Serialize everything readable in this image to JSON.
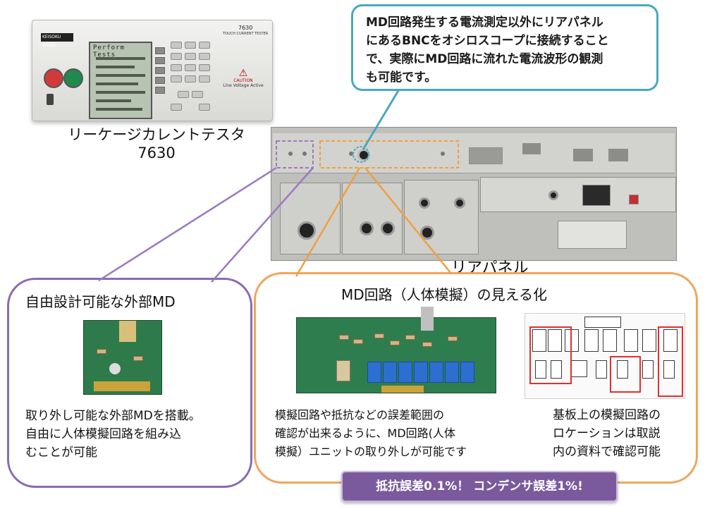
{
  "front_unit": {
    "brand": "KEISOKU GIKEN",
    "model_number": "7630",
    "model_sub": "TOUCH CURRENT TESTER",
    "lcd_title": "Perform Tests",
    "caution_label": "CAUTION",
    "caution_sub": "Line Voltage Active"
  },
  "tester_label": {
    "name": "リーケージカレントテスタ",
    "model": "7630"
  },
  "callout": {
    "line1": "MD回路発生する電流測定以外にリアパネル",
    "line2": "にあるBNCをオシロスコープに接続すること",
    "line3": "で、実際にMD回路に流れた電流波形の観測",
    "line4": "も可能です。"
  },
  "rear_panel_label": "リアパネル",
  "left_bubble": {
    "title": "自由設計可能な外部MD",
    "line1": "取り外し可能な外部MDを搭載。",
    "line2": "自由に人体模擬回路を組み込",
    "line3": "むことが可能"
  },
  "right_bubble": {
    "title": "MD回路（人体模擬）の見える化",
    "left_line1": "模擬回路や抵抗などの誤差範囲の",
    "left_line2": "確認が出来るように、MD回路(人体",
    "left_line3": "模擬）ユニットの取り外しが可能です",
    "right_line1": "基板上の模擬回路の",
    "right_line2": "ロケーションは取説",
    "right_line3": "内の資料で確認可能"
  },
  "badge": "抵抗誤差0.1%！ コンデンサ誤差1%!",
  "colors": {
    "callout_border": "#4aa8be",
    "left_bubble_border": "#8a6bb0",
    "right_bubble_border": "#f0a55c",
    "badge_bg": "#7a5a9c",
    "highlight_orange": "#f0a040",
    "highlight_purple": "#9a7ac0"
  }
}
